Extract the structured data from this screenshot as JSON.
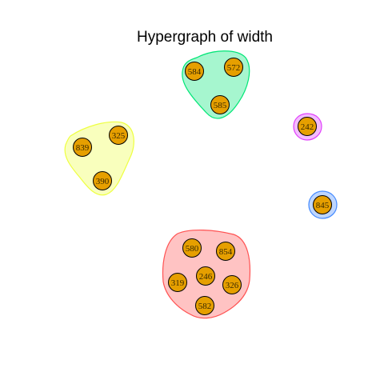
{
  "title": "Hypergraph of width",
  "colors": {
    "node_fill": "#E69F00",
    "node_stroke": "#000000",
    "edge_green": "#00E676",
    "edge_yellow": "#EEFF41",
    "edge_pink": "#E040FB",
    "edge_blue": "#448AFF",
    "edge_red": "#FF5252"
  },
  "hyperedges": [
    {
      "name": "hyperedge-green",
      "color": "edge_green",
      "nodes": [
        "584",
        "572",
        "585"
      ]
    },
    {
      "name": "hyperedge-yellow",
      "color": "edge_yellow",
      "nodes": [
        "839",
        "325",
        "390"
      ]
    },
    {
      "name": "hyperedge-pink",
      "color": "edge_pink",
      "nodes": [
        "242"
      ]
    },
    {
      "name": "hyperedge-blue",
      "color": "edge_blue",
      "nodes": [
        "845"
      ]
    },
    {
      "name": "hyperedge-red",
      "color": "edge_red",
      "nodes": [
        "580",
        "854",
        "319",
        "246",
        "326",
        "582"
      ]
    }
  ],
  "nodes": [
    {
      "id": "584",
      "label": "584"
    },
    {
      "id": "572",
      "label": "572"
    },
    {
      "id": "585",
      "label": "585"
    },
    {
      "id": "839",
      "label": "839"
    },
    {
      "id": "325",
      "label": "325"
    },
    {
      "id": "390",
      "label": "390"
    },
    {
      "id": "242",
      "label": "242"
    },
    {
      "id": "845",
      "label": "845"
    },
    {
      "id": "580",
      "label": "580"
    },
    {
      "id": "854",
      "label": "854"
    },
    {
      "id": "319",
      "label": "319"
    },
    {
      "id": "246",
      "label": "246"
    },
    {
      "id": "326",
      "label": "326"
    },
    {
      "id": "582",
      "label": "582"
    }
  ]
}
